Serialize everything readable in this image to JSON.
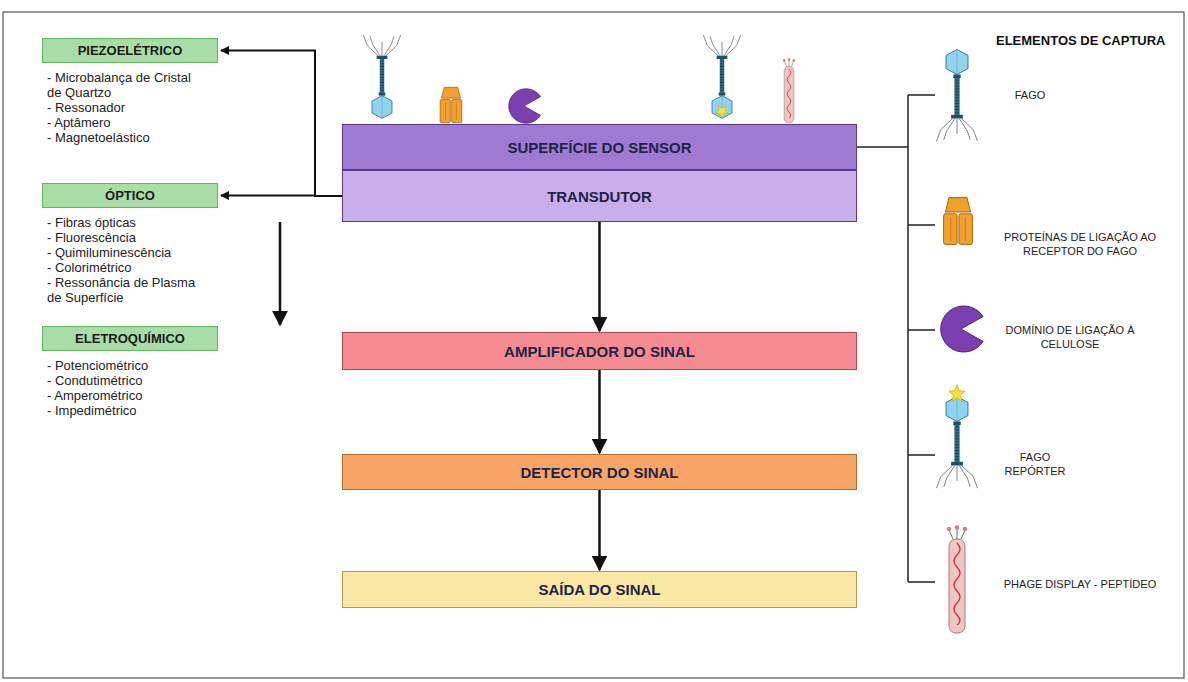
{
  "diagram": {
    "nodes": [
      {
        "text": [
          "PIEZOELÉTRICO",
          "- Microbalança de Cristal de Quartzo",
          "- Ressonador",
          "- Aptâmero",
          "- Magnetoelástico"
        ]
      },
      {
        "text": [
          "ÓPTICO",
          "- Fibras ópticas",
          "- Fluorescência",
          "- Quimiluminescência",
          "- Colorimétrico",
          "- Ressonância de Plasma de Superfície"
        ]
      },
      {
        "text": [
          "ELETROQUÍMICO",
          "- Potenciométrico",
          "- Condutimétrico",
          "- Amperométrico",
          "- Impedimétrico"
        ]
      },
      {
        "text": [
          "SUPERFÍCIE DO SENSOR"
        ]
      },
      {
        "text": [
          "TRANSDUTOR"
        ]
      },
      {
        "text": [
          "AMPLIFICADOR DO SINAL"
        ]
      },
      {
        "text": [
          "DETECTOR DO SINAL"
        ]
      },
      {
        "text": [
          "SAÍDA DO SINAL"
        ]
      }
    ],
    "edges": [
      {
        "from": 4,
        "to": 0,
        "arrow": "to"
      },
      {
        "from": 4,
        "to": 1,
        "arrow": "to"
      },
      {
        "from": 4,
        "to": 2,
        "arrow": "to"
      },
      {
        "from": 4,
        "to": 5,
        "arrow": "to"
      },
      {
        "from": 5,
        "to": 6,
        "arrow": "to"
      },
      {
        "from": 6,
        "to": 7,
        "arrow": "to"
      }
    ],
    "labels": [
      "ELEMENTOS DE CAPTURA",
      "FAGO",
      "PROTEÍNAS DE LIGAÇÃO AO RECEPTOR DO FAGO",
      "DOMÍNIO DE LIGAÇÃO À CELULOSE",
      "FAGO REPÓRTER",
      "PHAGE DISPLAY - PEPTÍDEO"
    ]
  }
}
